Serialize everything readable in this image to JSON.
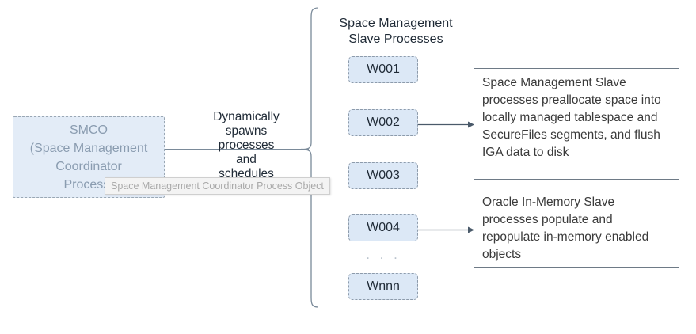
{
  "diagram": {
    "title_region": {
      "slave_header": "Space Management\nSlave Processes"
    },
    "coordinator": {
      "label": "SMCO\n(Space Management\nCoordinator\nProcess)",
      "fill_color": "#e3ecf7",
      "text_color": "#8a9cb0",
      "border_color": "#9aa7b4"
    },
    "spawn_caption": "Dynamically\nspawns\nprocesses\nand\nschedules\ntasks",
    "workers": [
      {
        "label": "W001"
      },
      {
        "label": "W002"
      },
      {
        "label": "W003"
      },
      {
        "label": "W004"
      },
      {
        "label": "Wnnn"
      }
    ],
    "worker_ellipsis": ". . .",
    "worker_fill_color": "#dce8f6",
    "worker_border_color": "#8d9bab",
    "descriptions": [
      {
        "text": "Space Management Slave processes preallocate space into locally managed tablespace and SecureFiles segments, and flush IGA data to disk"
      },
      {
        "text": "Oracle In-Memory Slave processes populate and repopulate in-memory enabled objects"
      }
    ],
    "tooltip": {
      "text": "Space Management Coordinator Process Object"
    },
    "line_color": "#7a8a99",
    "arrow_color": "#4a5a6a"
  }
}
